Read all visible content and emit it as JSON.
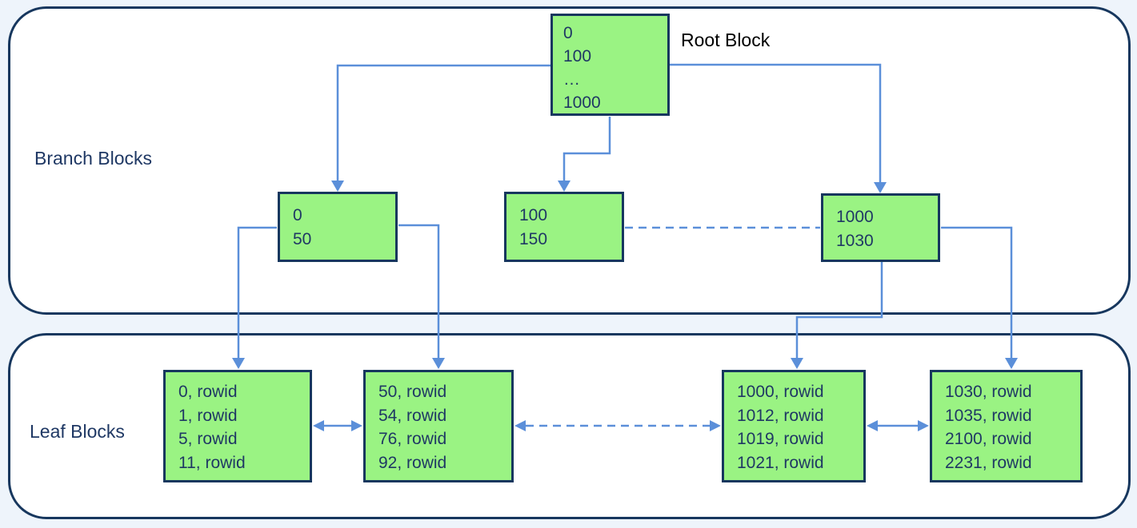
{
  "colors": {
    "page_bg": "#eef4fb",
    "container_fill": "#ffffff",
    "container_border": "#17375e",
    "block_fill": "#9af383",
    "block_border": "#17375e",
    "block_text": "#1f3864",
    "label_text": "#1f3864",
    "root_label_text": "#000000",
    "connector": "#5b8fd9"
  },
  "sections": {
    "branch": {
      "label": "Branch Blocks"
    },
    "leaf": {
      "label": "Leaf Blocks"
    }
  },
  "root_block": {
    "label": "Root Block",
    "lines": [
      "0",
      "100",
      "…",
      "1000"
    ]
  },
  "branch_blocks": [
    {
      "lines": [
        "0",
        "50"
      ]
    },
    {
      "lines": [
        "100",
        "150"
      ]
    },
    {
      "lines": [
        "1000",
        "1030"
      ]
    }
  ],
  "leaf_blocks": [
    {
      "lines": [
        "0, rowid",
        "1, rowid",
        "5, rowid",
        "11, rowid"
      ]
    },
    {
      "lines": [
        "50, rowid",
        "54, rowid",
        "76, rowid",
        "92, rowid"
      ]
    },
    {
      "lines": [
        "1000, rowid",
        "1012, rowid",
        "1019, rowid",
        "1021, rowid"
      ]
    },
    {
      "lines": [
        "1030, rowid",
        "1035, rowid",
        "2100, rowid",
        "2231, rowid"
      ]
    }
  ]
}
